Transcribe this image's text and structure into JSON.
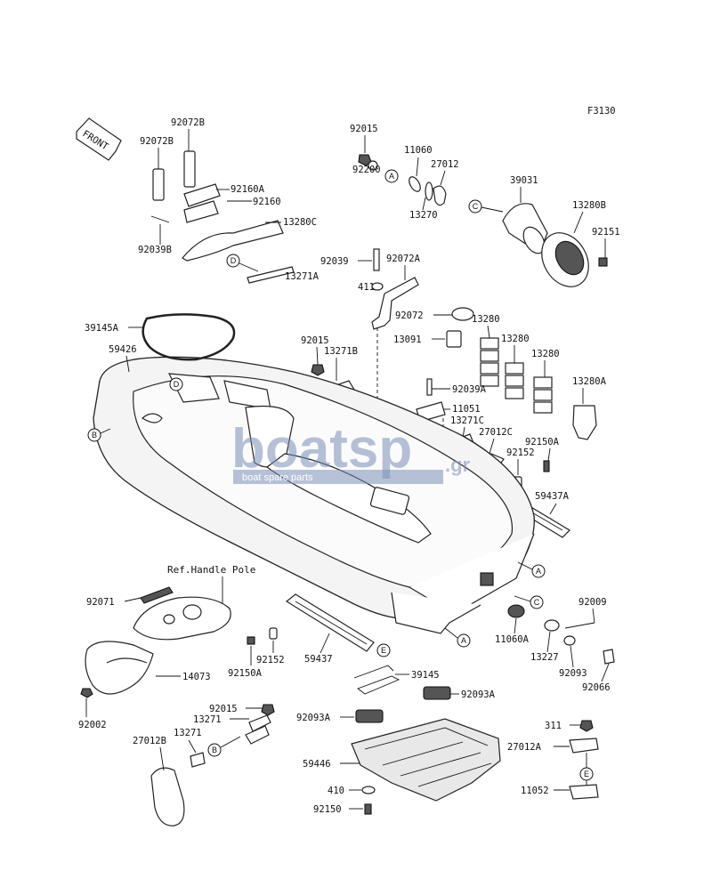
{
  "figure_code": "F3130",
  "front_label": "FRONT",
  "ref_note": "Ref.Handle Pole",
  "watermark": {
    "brand": "boatsp",
    "suffix": ".gr",
    "tagline": "boat spare parts"
  },
  "callouts": [
    "A",
    "B",
    "C",
    "D",
    "E"
  ],
  "part_numbers": [
    "92072B",
    "92072B",
    "92160A",
    "92160",
    "13280C",
    "92039B",
    "13271A",
    "92015",
    "11060",
    "27012",
    "92200",
    "13270",
    "39031",
    "13280B",
    "92151",
    "92039",
    "92072A",
    "411",
    "92072",
    "13280",
    "13091",
    "13280",
    "13280",
    "13280A",
    "92015",
    "13271B",
    "92039A",
    "11051",
    "13271C",
    "27012C",
    "92150A",
    "92152",
    "59437A",
    "39145A",
    "59426",
    "92071",
    "92009",
    "11060A",
    "13227",
    "92093",
    "92066",
    "92152",
    "92150A",
    "59437",
    "14073",
    "92002",
    "92015",
    "13271",
    "13271",
    "27012B",
    "39145",
    "92093A",
    "92093A",
    "59446",
    "410",
    "92150",
    "311",
    "27012A",
    "11052"
  ]
}
